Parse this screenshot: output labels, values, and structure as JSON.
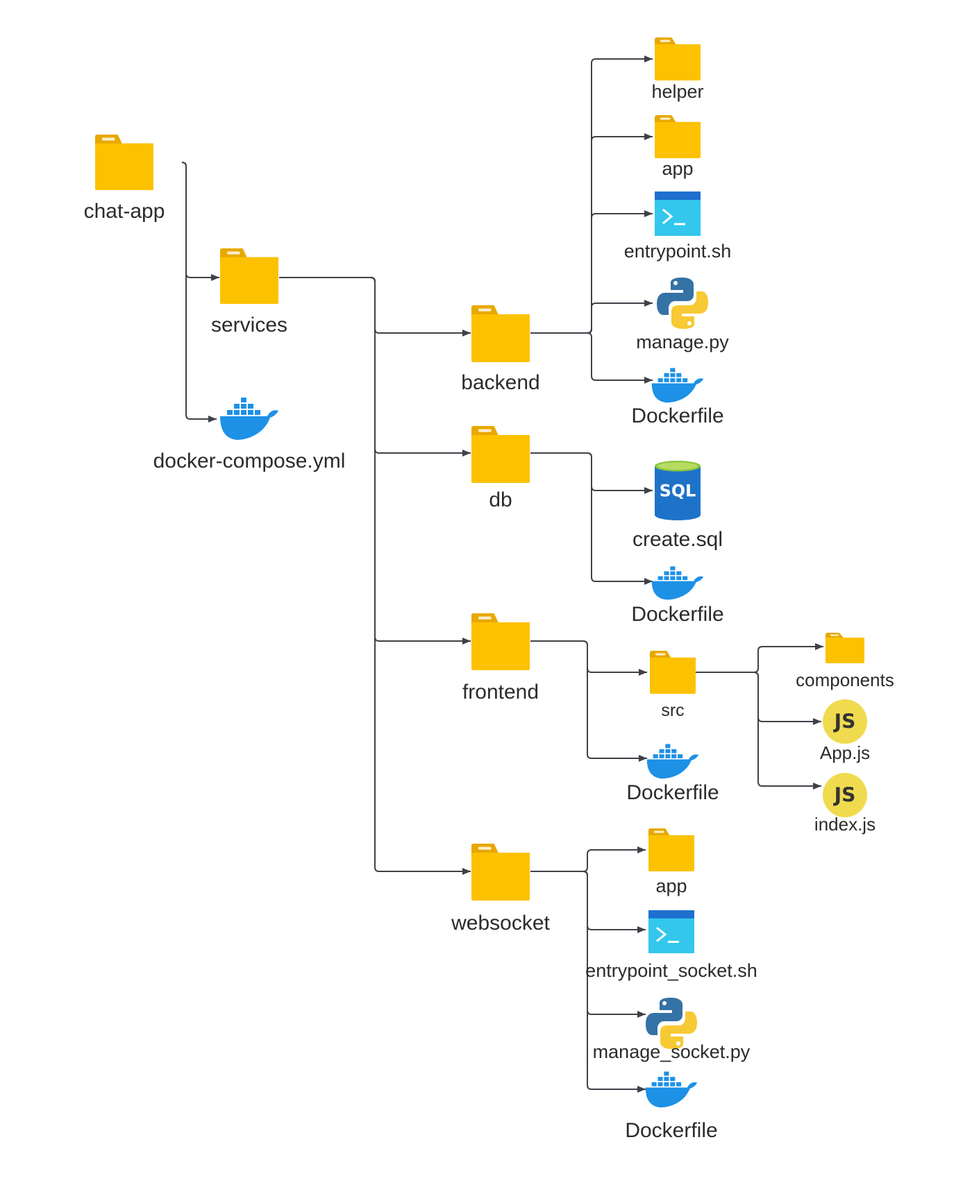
{
  "colors": {
    "folder_main": "#fcc200",
    "folder_tab": "#e8a800",
    "docker": "#1d91e6",
    "python_blue": "#3572a5",
    "python_yellow": "#f7c934",
    "shell_dark": "#1e6fcf",
    "shell_light": "#33c7ee",
    "sql": "#1e73c8",
    "sql_top": "#8fc63d",
    "js": "#f0db4f",
    "edge": "#3e4147",
    "text": "#2b2b2b"
  },
  "nodes": [
    {
      "id": "chat_app",
      "label": "chat-app",
      "icon": "folder-icon"
    },
    {
      "id": "services",
      "label": "services",
      "icon": "folder-icon"
    },
    {
      "id": "docker_compose",
      "label": "docker-compose.yml",
      "icon": "docker-icon"
    },
    {
      "id": "backend",
      "label": "backend",
      "icon": "folder-icon"
    },
    {
      "id": "db",
      "label": "db",
      "icon": "folder-icon"
    },
    {
      "id": "frontend",
      "label": "frontend",
      "icon": "folder-icon"
    },
    {
      "id": "websocket",
      "label": "websocket",
      "icon": "folder-icon"
    },
    {
      "id": "helper",
      "label": "helper",
      "icon": "folder-icon"
    },
    {
      "id": "backend_app",
      "label": "app",
      "icon": "folder-icon"
    },
    {
      "id": "entrypoint_sh",
      "label": "entrypoint.sh",
      "icon": "terminal-icon"
    },
    {
      "id": "manage_py",
      "label": "manage.py",
      "icon": "python-icon"
    },
    {
      "id": "backend_dockerfile",
      "label": "Dockerfile",
      "icon": "docker-icon"
    },
    {
      "id": "create_sql",
      "label": "create.sql",
      "icon": "sql-icon"
    },
    {
      "id": "db_dockerfile",
      "label": "Dockerfile",
      "icon": "docker-icon"
    },
    {
      "id": "src",
      "label": "src",
      "icon": "folder-icon"
    },
    {
      "id": "frontend_dockerfile",
      "label": "Dockerfile",
      "icon": "docker-icon"
    },
    {
      "id": "components",
      "label": "components",
      "icon": "folder-icon"
    },
    {
      "id": "app_js",
      "label": "App.js",
      "icon": "js-icon"
    },
    {
      "id": "index_js",
      "label": "index.js",
      "icon": "js-icon"
    },
    {
      "id": "ws_app",
      "label": "app",
      "icon": "folder-icon"
    },
    {
      "id": "entrypoint_socket",
      "label": "entrypoint_socket.sh",
      "icon": "terminal-icon"
    },
    {
      "id": "manage_socket",
      "label": "manage_socket.py",
      "icon": "python-icon"
    },
    {
      "id": "ws_dockerfile",
      "label": "Dockerfile",
      "icon": "docker-icon"
    }
  ],
  "edges": [
    {
      "from": "chat_app",
      "to": "services"
    },
    {
      "from": "chat_app",
      "to": "docker_compose"
    },
    {
      "from": "services",
      "to": "backend"
    },
    {
      "from": "services",
      "to": "db"
    },
    {
      "from": "services",
      "to": "frontend"
    },
    {
      "from": "services",
      "to": "websocket"
    },
    {
      "from": "backend",
      "to": "helper"
    },
    {
      "from": "backend",
      "to": "backend_app"
    },
    {
      "from": "backend",
      "to": "entrypoint_sh"
    },
    {
      "from": "backend",
      "to": "manage_py"
    },
    {
      "from": "backend",
      "to": "backend_dockerfile"
    },
    {
      "from": "db",
      "to": "create_sql"
    },
    {
      "from": "db",
      "to": "db_dockerfile"
    },
    {
      "from": "frontend",
      "to": "src"
    },
    {
      "from": "frontend",
      "to": "frontend_dockerfile"
    },
    {
      "from": "src",
      "to": "components"
    },
    {
      "from": "src",
      "to": "app_js"
    },
    {
      "from": "src",
      "to": "index_js"
    },
    {
      "from": "websocket",
      "to": "ws_app"
    },
    {
      "from": "websocket",
      "to": "entrypoint_socket"
    },
    {
      "from": "websocket",
      "to": "manage_socket"
    },
    {
      "from": "websocket",
      "to": "ws_dockerfile"
    }
  ]
}
